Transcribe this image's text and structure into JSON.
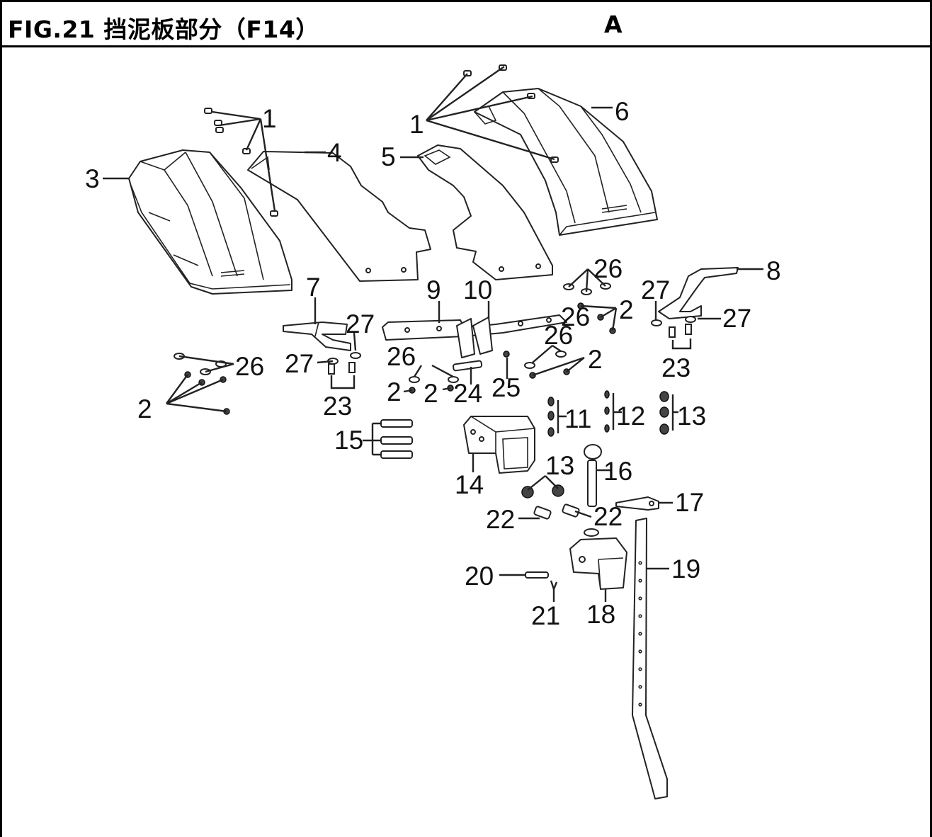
{
  "header": {
    "title": "FIG.21  挡泥板部分（F14）",
    "view": "A"
  },
  "callouts": {
    "c1a": "1",
    "c1b": "1",
    "c2a": "2",
    "c2b": "2",
    "c2c": "2",
    "c2d": "2",
    "c2e": "2",
    "c3": "3",
    "c4": "4",
    "c5": "5",
    "c6": "6",
    "c7": "7",
    "c8": "8",
    "c9": "9",
    "c10": "10",
    "c11": "11",
    "c12": "12",
    "c13a": "13",
    "c13b": "13",
    "c14": "14",
    "c15": "15",
    "c16": "16",
    "c17": "17",
    "c18": "18",
    "c19": "19",
    "c20": "20",
    "c21": "21",
    "c22a": "22",
    "c22b": "22",
    "c23a": "23",
    "c23b": "23",
    "c24": "24",
    "c25": "25",
    "c26a": "26",
    "c26b": "26",
    "c26c": "26",
    "c26d": "26",
    "c26e": "26",
    "c27a": "27",
    "c27b": "27",
    "c27c": "27",
    "c27d": "27"
  }
}
